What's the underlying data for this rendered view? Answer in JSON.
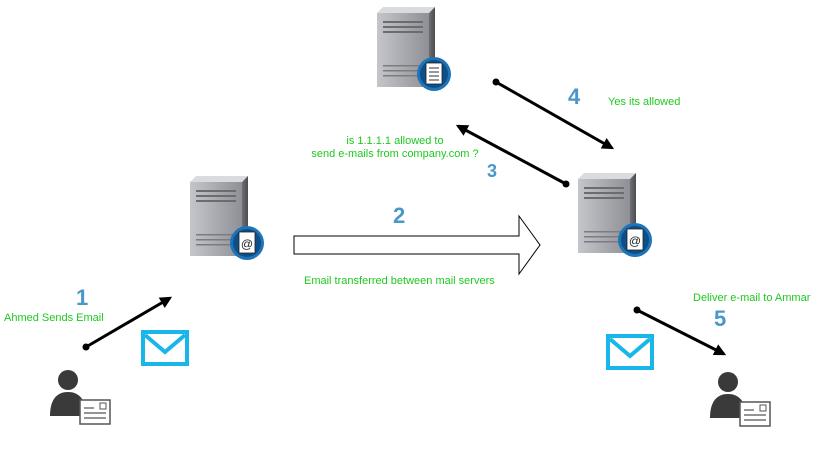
{
  "colors": {
    "label": "#1fc81f",
    "step_number": "#4a98c8",
    "arrow": "#000000",
    "envelope": "#19b6ea",
    "server_body": "#9a9ca2",
    "badge": "#1d74b8"
  },
  "icons": {
    "policy_server": "server-document-icon",
    "sender_server": "mail-server-icon",
    "receiver_server": "mail-server-icon",
    "sender": "user-mail-icon",
    "recipient": "user-mail-icon",
    "message": "envelope-icon"
  },
  "steps": [
    {
      "number": "1",
      "label": "Ahmed Sends Email"
    },
    {
      "number": "2",
      "label": "Email transferred between mail servers"
    },
    {
      "number": "3",
      "label_line1": "is 1.1.1.1 allowed to",
      "label_line2": "send e-mails from company.com ?"
    },
    {
      "number": "4",
      "label": "Yes its allowed"
    },
    {
      "number": "5",
      "label": "Deliver e-mail to Ammar"
    }
  ]
}
